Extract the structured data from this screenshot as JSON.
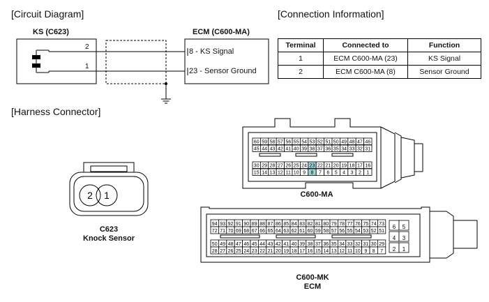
{
  "sections": {
    "circuit_diagram": "[Circuit Diagram]",
    "connection_information": "[Connection Information]",
    "harness_connector": "[Harness Connector]"
  },
  "circuit": {
    "sensor_label": "KS (C623)",
    "ecm_label": "ECM (C600-MA)",
    "sensor_pins": [
      "2",
      "1"
    ],
    "ecm_pins": [
      {
        "pin": "8",
        "signal": " - KS Signal"
      },
      {
        "pin": "23",
        "signal": " - Sensor Ground"
      }
    ]
  },
  "connection_table": {
    "headers": [
      "Terminal",
      "Connected to",
      "Function"
    ],
    "rows": [
      [
        "1",
        "ECM C600-MA (23)",
        "KS Signal"
      ],
      [
        "2",
        "ECM C600-MA (8)",
        "Sensor Ground"
      ]
    ]
  },
  "connectors": {
    "c623": {
      "pins": [
        "2",
        "1"
      ],
      "caption_line1": "C623",
      "caption_line2": "Knock Sensor"
    },
    "c600_ma": {
      "caption": "C600-MA",
      "highlight_color": "#9fd4d6",
      "highlighted": [
        "23",
        "8"
      ],
      "row1": [
        "60",
        "59",
        "58",
        "57",
        "56",
        "55",
        "54",
        "53",
        "52",
        "51",
        "50",
        "49",
        "48",
        "47",
        "46"
      ],
      "row2": [
        "45",
        "44",
        "43",
        "42",
        "41",
        "40",
        "39",
        "38",
        "37",
        "36",
        "35",
        "34",
        "33",
        "32",
        "31"
      ],
      "row3": [
        "30",
        "29",
        "28",
        "27",
        "26",
        "25",
        "24",
        "23",
        "22",
        "21",
        "20",
        "19",
        "18",
        "17",
        "16"
      ],
      "row4": [
        "15",
        "14",
        "13",
        "12",
        "11",
        "10",
        "9",
        "8",
        "7",
        "6",
        "5",
        "4",
        "3",
        "2",
        "1"
      ]
    },
    "c600_mk": {
      "caption_line1": "C600-MK",
      "caption_line2": "ECM",
      "row1": [
        "94",
        "93",
        "92",
        "91",
        "90",
        "89",
        "88",
        "87",
        "86",
        "85",
        "84",
        "83",
        "82",
        "81",
        "80",
        "79",
        "78",
        "77",
        "76",
        "75",
        "74",
        "73"
      ],
      "row2": [
        "72",
        "71",
        "70",
        "69",
        "68",
        "67",
        "66",
        "65",
        "64",
        "63",
        "62",
        "61",
        "60",
        "59",
        "58",
        "57",
        "56",
        "55",
        "54",
        "53",
        "52",
        "51"
      ],
      "row3": [
        "50",
        "49",
        "48",
        "47",
        "46",
        "45",
        "44",
        "43",
        "42",
        "41",
        "40",
        "39",
        "38",
        "37",
        "36",
        "35",
        "34",
        "33",
        "32",
        "31",
        "30",
        "29"
      ],
      "row4": [
        "28",
        "27",
        "26",
        "25",
        "24",
        "23",
        "22",
        "21",
        "20",
        "19",
        "18",
        "17",
        "16",
        "15",
        "14",
        "13",
        "12",
        "11",
        "10",
        "9",
        "8",
        "7"
      ],
      "side": [
        [
          "6",
          "5"
        ],
        [
          "4",
          "3"
        ],
        [
          "2",
          "1"
        ]
      ]
    }
  }
}
